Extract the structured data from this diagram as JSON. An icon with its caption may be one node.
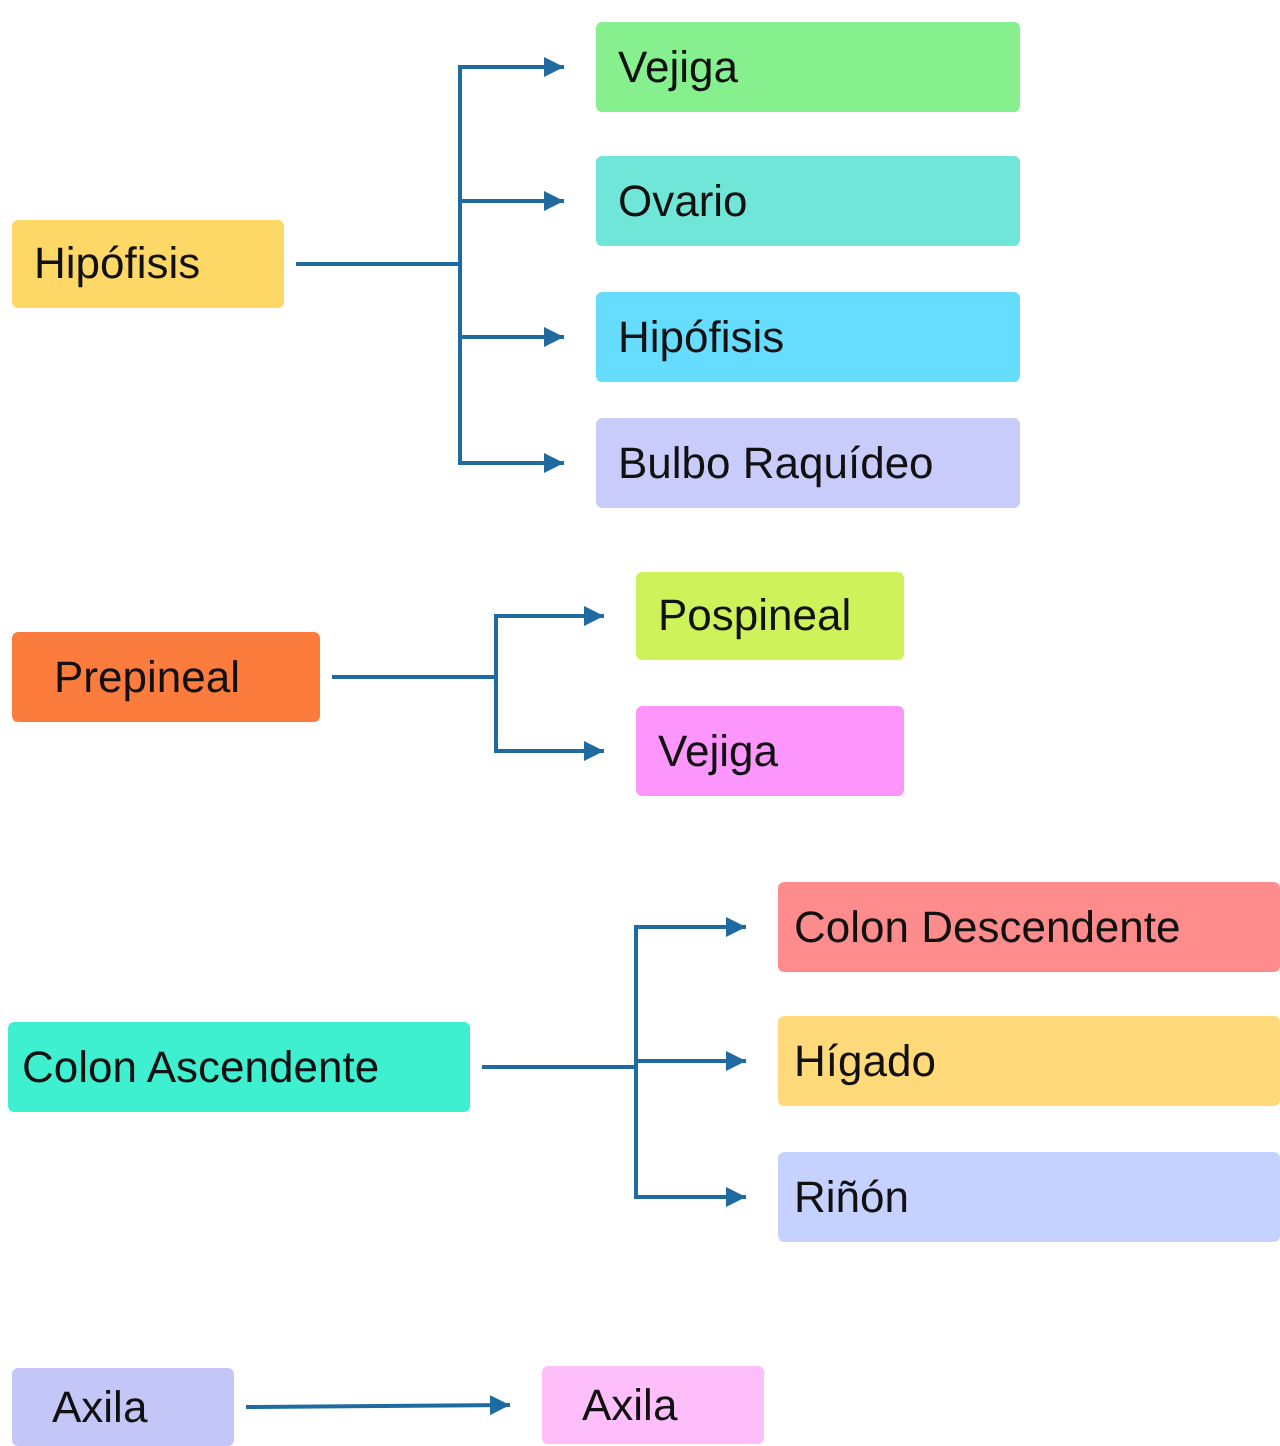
{
  "diagram": {
    "nodes": [
      {
        "text": [
          "Hipófisis"
        ]
      },
      {
        "text": [
          "Vejiga"
        ]
      },
      {
        "text": [
          "Ovario"
        ]
      },
      {
        "text": [
          "Hipófisis"
        ]
      },
      {
        "text": [
          "Bulbo Raquídeo"
        ]
      },
      {
        "text": [
          "Prepineal"
        ]
      },
      {
        "text": [
          "Pospineal"
        ]
      },
      {
        "text": [
          "Vejiga"
        ]
      },
      {
        "text": [
          "Colon Ascendente"
        ]
      },
      {
        "text": [
          "Colon Descendente"
        ]
      },
      {
        "text": [
          "Hígado"
        ]
      },
      {
        "text": [
          "Riñón"
        ]
      },
      {
        "text": [
          "Axila"
        ]
      },
      {
        "text": [
          "Axila"
        ]
      }
    ],
    "edges": [
      {
        "from": 0,
        "to": 1,
        "arrow": "to"
      },
      {
        "from": 0,
        "to": 2,
        "arrow": "to"
      },
      {
        "from": 0,
        "to": 3,
        "arrow": "to"
      },
      {
        "from": 0,
        "to": 4,
        "arrow": "to"
      },
      {
        "from": 5,
        "to": 6,
        "arrow": "to"
      },
      {
        "from": 5,
        "to": 7,
        "arrow": "to"
      },
      {
        "from": 8,
        "to": 9,
        "arrow": "to"
      },
      {
        "from": 8,
        "to": 10,
        "arrow": "to"
      },
      {
        "from": 8,
        "to": 11,
        "arrow": "to"
      },
      {
        "from": 12,
        "to": 13,
        "arrow": "to"
      }
    ]
  }
}
